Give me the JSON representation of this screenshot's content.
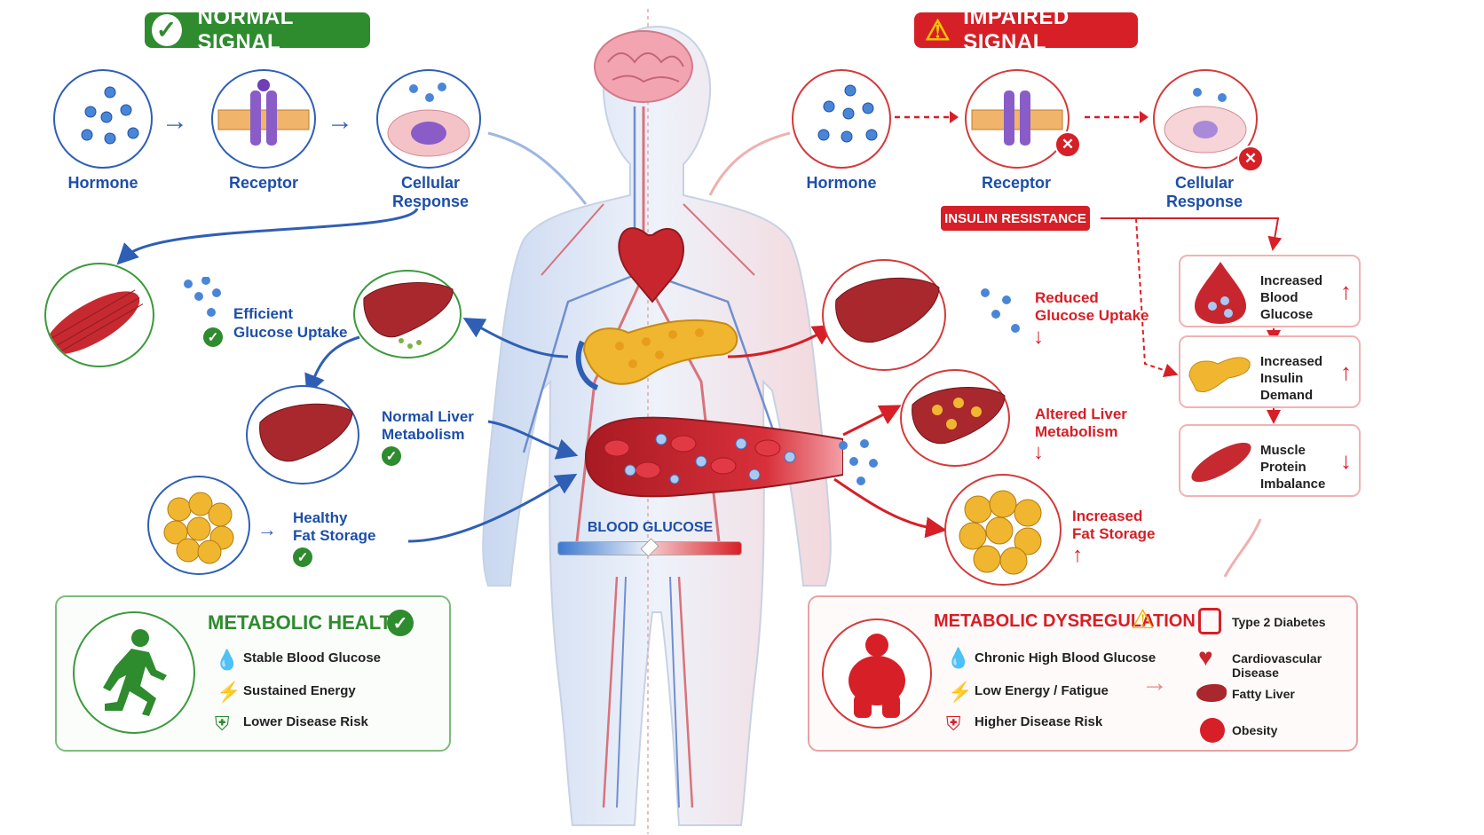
{
  "normal": {
    "title": "NORMAL SIGNAL",
    "hormone": "Hormone",
    "receptor": "Receptor",
    "cellular": "Cellular Response",
    "efficient": "Efficient\nGlucose Uptake",
    "efficient_l1": "Efficient",
    "efficient_l2": "Glucose Uptake",
    "liver_l1": "Normal Liver",
    "liver_l2": "Metabolism",
    "fat_l1": "Healthy",
    "fat_l2": "Fat Storage"
  },
  "impaired": {
    "title": "IMPAIRED SIGNAL",
    "hormone": "Hormone",
    "receptor": "Receptor",
    "cellular": "Cellular Response",
    "insulin_resistance": "INSULIN RESISTANCE",
    "reduced_l1": "Reduced",
    "reduced_l2": "Glucose Uptake",
    "altered_l1": "Altered Liver",
    "altered_l2": "Metabolism",
    "fat_l1": "Increased",
    "fat_l2": "Fat Storage"
  },
  "side_cards": [
    {
      "l1": "Increased",
      "l2": "Blood Glucose",
      "dir": "up"
    },
    {
      "l1": "Increased",
      "l2": "Insulin Demand",
      "dir": "up"
    },
    {
      "l1": "Muscle Protein",
      "l2": "Imbalance",
      "dir": "down"
    }
  ],
  "blood_glucose": "BLOOD GLUCOSE",
  "health": {
    "title": "METABOLIC HEALTH",
    "items": [
      "Stable Blood Glucose",
      "Sustained Energy",
      "Lower Disease Risk"
    ]
  },
  "dysreg": {
    "title": "METABOLIC DYSREGULATION",
    "items": [
      "Chronic High Blood Glucose",
      "Low Energy / Fatigue",
      "Higher Disease Risk"
    ],
    "outcomes": [
      "Type 2 Diabetes",
      "Cardiovascular Disease",
      "Fatty Liver",
      "Obesity"
    ]
  },
  "colors": {
    "green": "#2e8b2e",
    "red": "#d61f26",
    "blue": "#1d4fa8"
  }
}
